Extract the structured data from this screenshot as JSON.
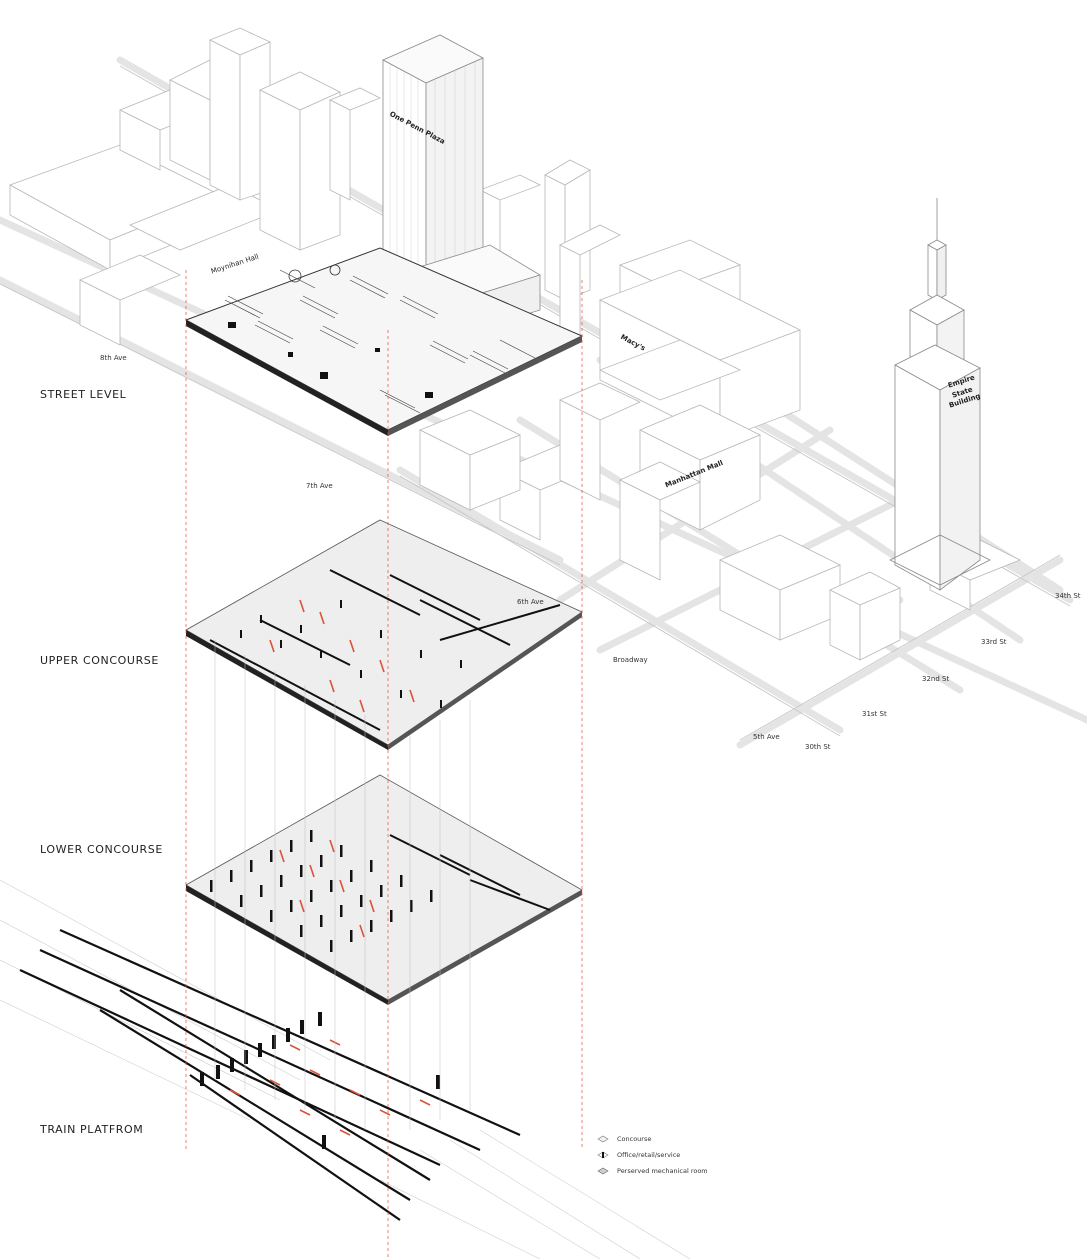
{
  "levels": {
    "street": "STREET LEVEL",
    "upper": "UPPER CONCOURSE",
    "lower": "LOWER CONCOURSE",
    "train": "TRAIN PLATFROM"
  },
  "streets": {
    "eighth_ave": "8th Ave",
    "seventh_ave": "7th Ave",
    "sixth_ave": "6th Ave",
    "broadway": "Broadway",
    "fifth_ave": "5th Ave",
    "st30": "30th St",
    "st31": "31st St",
    "st32": "32nd St",
    "st33": "33rd St",
    "st34": "34th St"
  },
  "buildings": {
    "one_penn": "One Penn Plaza",
    "macys": "Macy's",
    "manhattan_mall": "Manhattan Mall",
    "empire": [
      "Empire",
      "State",
      "Building"
    ],
    "moynihan": "Moynihan Hall"
  },
  "legend": [
    {
      "label": "Concourse",
      "swatch": "concourse"
    },
    {
      "label": "Office/retail/service",
      "swatch": "office"
    },
    {
      "label": "Perserved mechanical room",
      "swatch": "mechanical"
    }
  ],
  "colors": {
    "line": "#9a9a9a",
    "light_line": "#cfcfcf",
    "road": "#e4e4e4",
    "accent": "#d9533a",
    "slab": "#ececec",
    "dark": "#111111"
  }
}
